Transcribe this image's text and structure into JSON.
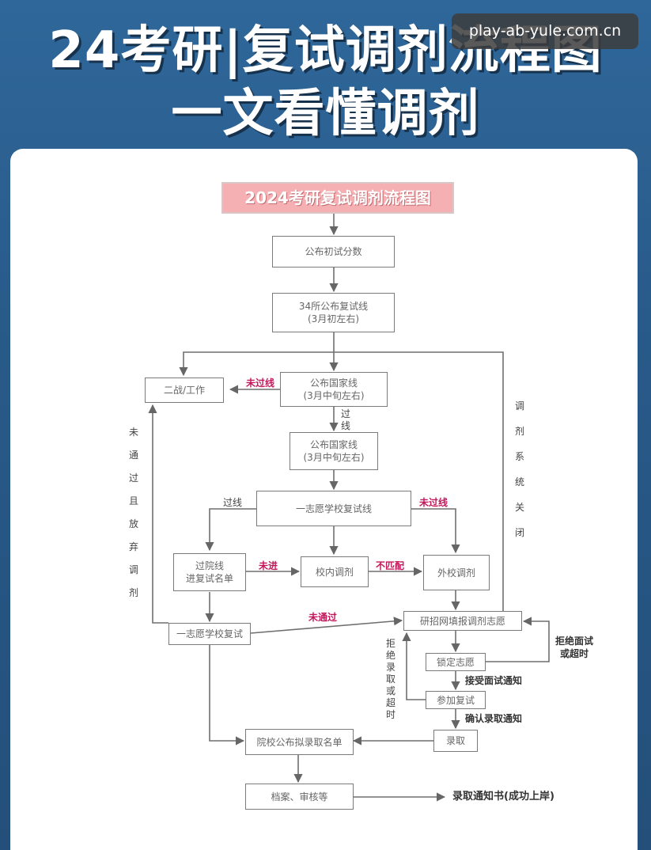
{
  "header": {
    "title_line1": "24考研|复试调剂流程图",
    "title_line2": "一文看懂调剂",
    "watermark": "play-ab-yule.com.cn"
  },
  "diagram": {
    "title": "2024考研复试调剂流程图",
    "nodes": {
      "publish_score": "公布初试分数",
      "line34_a": "34所公布复试线",
      "line34_b": "(3月初左右)",
      "national_a": "公布国家线",
      "national_b": "(3月中旬左右)",
      "national2_a": "公布国家线",
      "national2_b": "(3月中旬左右)",
      "second_try": "二战/工作",
      "first_choice_line": "一志愿学校复试线",
      "pass_a": "过院线",
      "pass_b": "进复试名单",
      "internal_adjust": "校内调剂",
      "external_adjust": "外校调剂",
      "first_choice_retest": "一志愿学校复试",
      "system_fill": "研招网填报调剂志愿",
      "lock_choice": "锁定志愿",
      "attend_retest": "参加复试",
      "admitted": "录取",
      "admission_list": "院校公布拟录取名单",
      "archive": "档案、审核等"
    },
    "labels": {
      "fail_line_1": "未过线",
      "pass_line_v": "过线",
      "pass_line": "过线",
      "fail_line_2": "未过线",
      "not_in": "未进",
      "mismatch": "不匹配",
      "not_pass": "未通过",
      "reject_or_timeout": "拒绝面试或超时",
      "accept_interview": "接受面试通知",
      "confirm_admission": "确认录取通知",
      "refuse_admission_v": "拒绝录取或超时",
      "system_closed_v": "调剂系统关闭",
      "failed_and_abandon_v": "未通过且放弃调剂",
      "final_result": "录取通知书(成功上岸)"
    }
  }
}
